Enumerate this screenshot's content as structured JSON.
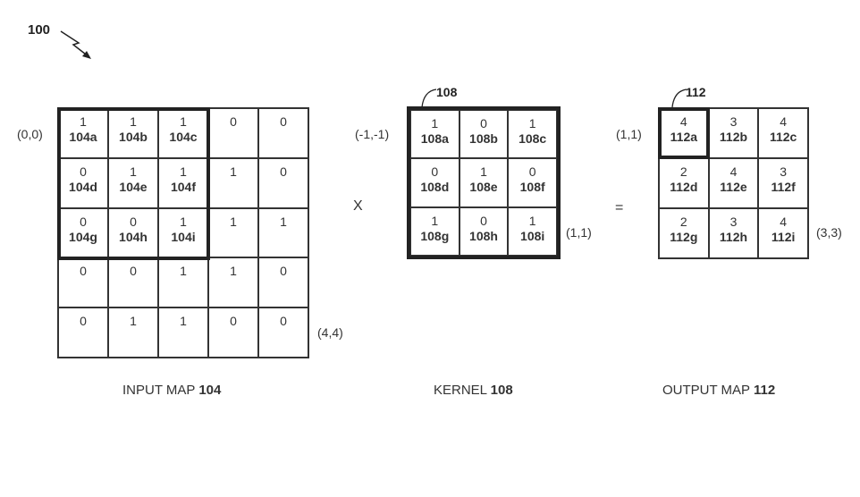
{
  "figure": {
    "reference_numeral": "100"
  },
  "input_map": {
    "caption_text": "INPUT MAP ",
    "caption_ref": "104",
    "origin_coord": "(0,0)",
    "end_coord": "(4,4)",
    "rows": [
      [
        {
          "value": "1",
          "ref": "104a"
        },
        {
          "value": "1",
          "ref": "104b"
        },
        {
          "value": "1",
          "ref": "104c"
        },
        {
          "value": "0",
          "ref": ""
        },
        {
          "value": "0",
          "ref": ""
        }
      ],
      [
        {
          "value": "0",
          "ref": "104d"
        },
        {
          "value": "1",
          "ref": "104e"
        },
        {
          "value": "1",
          "ref": "104f"
        },
        {
          "value": "1",
          "ref": ""
        },
        {
          "value": "0",
          "ref": ""
        }
      ],
      [
        {
          "value": "0",
          "ref": "104g"
        },
        {
          "value": "0",
          "ref": "104h"
        },
        {
          "value": "1",
          "ref": "104i"
        },
        {
          "value": "1",
          "ref": ""
        },
        {
          "value": "1",
          "ref": ""
        }
      ],
      [
        {
          "value": "0",
          "ref": ""
        },
        {
          "value": "0",
          "ref": ""
        },
        {
          "value": "1",
          "ref": ""
        },
        {
          "value": "1",
          "ref": ""
        },
        {
          "value": "0",
          "ref": ""
        }
      ],
      [
        {
          "value": "0",
          "ref": ""
        },
        {
          "value": "1",
          "ref": ""
        },
        {
          "value": "1",
          "ref": ""
        },
        {
          "value": "0",
          "ref": ""
        },
        {
          "value": "0",
          "ref": ""
        }
      ]
    ]
  },
  "operator_multiply": "X",
  "kernel": {
    "callout": "108",
    "caption_text": "KERNEL ",
    "caption_ref": "108",
    "origin_coord": "(-1,-1)",
    "end_coord": "(1,1)",
    "rows": [
      [
        {
          "value": "1",
          "ref": "108a"
        },
        {
          "value": "0",
          "ref": "108b"
        },
        {
          "value": "1",
          "ref": "108c"
        }
      ],
      [
        {
          "value": "0",
          "ref": "108d"
        },
        {
          "value": "1",
          "ref": "108e"
        },
        {
          "value": "0",
          "ref": "108f"
        }
      ],
      [
        {
          "value": "1",
          "ref": "108g"
        },
        {
          "value": "0",
          "ref": "108h"
        },
        {
          "value": "1",
          "ref": "108i"
        }
      ]
    ]
  },
  "operator_equals": "=",
  "output_map": {
    "callout": "112",
    "caption_text": "OUTPUT MAP ",
    "caption_ref": "112",
    "origin_coord": "(1,1)",
    "end_coord": "(3,3)",
    "rows": [
      [
        {
          "value": "4",
          "ref": "112a"
        },
        {
          "value": "3",
          "ref": "112b"
        },
        {
          "value": "4",
          "ref": "112c"
        }
      ],
      [
        {
          "value": "2",
          "ref": "112d"
        },
        {
          "value": "4",
          "ref": "112e"
        },
        {
          "value": "3",
          "ref": "112f"
        }
      ],
      [
        {
          "value": "2",
          "ref": "112g"
        },
        {
          "value": "3",
          "ref": "112h"
        },
        {
          "value": "4",
          "ref": "112i"
        }
      ]
    ]
  }
}
